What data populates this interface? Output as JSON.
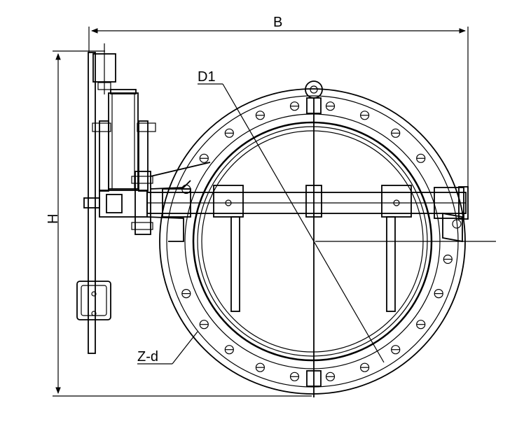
{
  "dimension_labels": {
    "width": "B",
    "height": "H",
    "diameter": "D1",
    "bolt_holes": "Z-d"
  },
  "colors": {
    "line": "#000000",
    "background": "#ffffff",
    "fill": "#e6e6e6"
  }
}
